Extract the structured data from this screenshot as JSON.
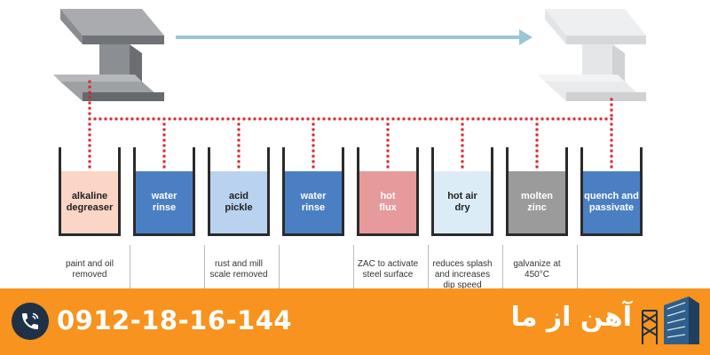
{
  "colors": {
    "dots": "#d9232d",
    "arrow": "#9cc5d8",
    "footer": "#f7931e",
    "phone_circle": "#1f3146"
  },
  "tanks": [
    {
      "line1": "alkaline",
      "line2": "degreaser",
      "fill": "#fbd5c5",
      "text_color": "#222222"
    },
    {
      "line1": "water",
      "line2": "rinse",
      "fill": "#4a7fc4",
      "text_color": "#ffffff"
    },
    {
      "line1": "acid",
      "line2": "pickle",
      "fill": "#b9d2ef",
      "text_color": "#222222"
    },
    {
      "line1": "water",
      "line2": "rinse",
      "fill": "#4a7fc4",
      "text_color": "#ffffff"
    },
    {
      "line1": "hot",
      "line2": "flux",
      "fill": "#e69a9c",
      "text_color": "#ffffff"
    },
    {
      "line1": "hot air",
      "line2": "dry",
      "fill": "#dcecf7",
      "text_color": "#222222"
    },
    {
      "line1": "molten",
      "line2": "zinc",
      "fill": "#9b9b9b",
      "text_color": "#ffffff"
    },
    {
      "line1": "quench and",
      "line2": "passivate",
      "fill": "#4a7fc4",
      "text_color": "#ffffff"
    }
  ],
  "notes": [
    {
      "lines": [
        "paint and oil",
        "removed"
      ]
    },
    {
      "lines": [
        "rust and mill",
        "scale removed"
      ]
    },
    {
      "lines": [
        "ZAC to activate",
        "steel surface"
      ]
    },
    {
      "lines": [
        "reduces splash",
        "and increases",
        "dip speed"
      ]
    },
    {
      "lines": [
        "galvanize at",
        "450°C"
      ]
    }
  ],
  "footer": {
    "phone": "0912-18-16-144",
    "brand": "آهن از ما"
  },
  "icons": {
    "phone": "phone-icon",
    "logo": "building-logo-icon",
    "beam_before": "steel-beam-icon",
    "beam_after": "galvanized-beam-icon"
  }
}
